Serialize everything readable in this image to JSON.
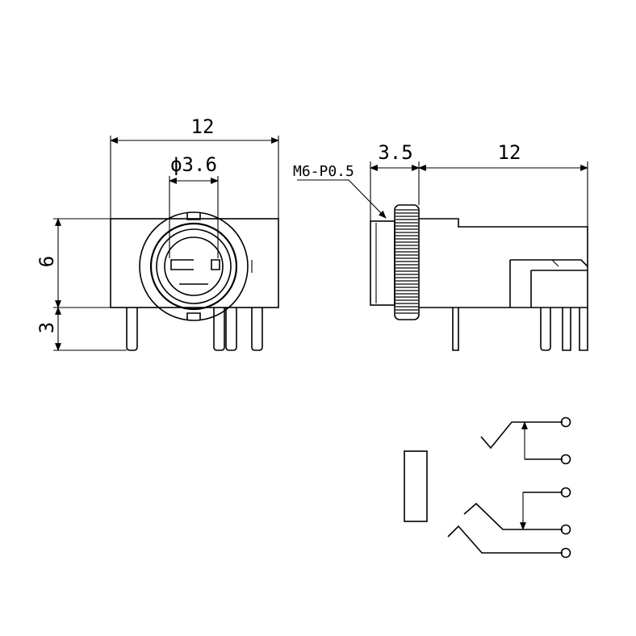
{
  "front_view": {
    "width_dim": "12",
    "bore_dim": "ϕ3.6",
    "height_dim": "6",
    "pin_dim": "3"
  },
  "side_view": {
    "thread_label": "M6-P0.5",
    "nut_dim": "3.5",
    "length_dim": "12"
  }
}
